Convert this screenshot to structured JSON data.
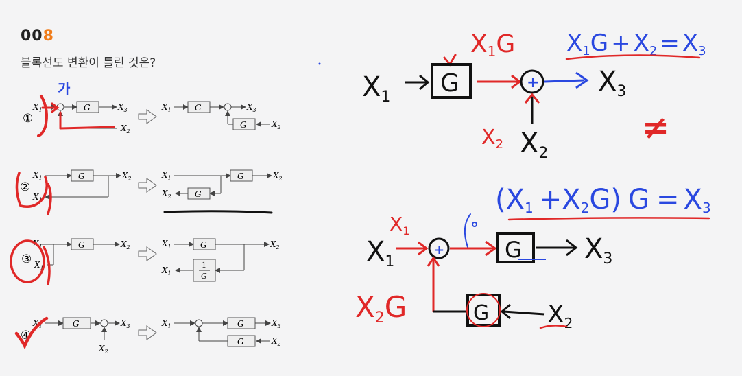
{
  "question": {
    "number_prefix": "00",
    "number_suffix": "8",
    "text": "블록선도 변환이 틀린 것은?"
  },
  "options": [
    {
      "marker": "①",
      "left": {
        "in1": "X",
        "in1_sub": "1",
        "block": "G",
        "out": "X",
        "out_sub": "3",
        "in2": "X",
        "in2_sub": "2"
      },
      "right": {
        "in1": "X",
        "in1_sub": "1",
        "block1": "G",
        "out": "X",
        "out_sub": "3",
        "block2": "G",
        "in2": "X",
        "in2_sub": "2"
      }
    },
    {
      "marker": "②",
      "left": {
        "in": "X",
        "in_sub": "1",
        "block": "G",
        "out": "X",
        "out_sub": "2",
        "branch": "X",
        "branch_sub": "1"
      },
      "right": {
        "in": "X",
        "in_sub": "1",
        "block1": "G",
        "out": "X",
        "out_sub": "2",
        "branch": "X",
        "branch_sub": "2",
        "block2": "G"
      }
    },
    {
      "marker": "③",
      "left": {
        "in": "X",
        "in_sub": "1",
        "block": "G",
        "out": "X",
        "out_sub": "2",
        "branch": "X",
        "branch_sub": "1"
      },
      "right": {
        "in": "X",
        "in_sub": "1",
        "block1": "G",
        "out": "X",
        "out_sub": "2",
        "branch": "X",
        "branch_sub": "1",
        "frac_num": "1",
        "frac_den": "G"
      }
    },
    {
      "marker": "④",
      "left": {
        "in1": "X",
        "in1_sub": "1",
        "block": "G",
        "out": "X",
        "out_sub": "3",
        "in2": "X",
        "in2_sub": "2"
      },
      "right": {
        "in1": "X",
        "in1_sub": "1",
        "block1": "G",
        "out": "X",
        "out_sub": "3",
        "block2": "G",
        "in2": "X",
        "in2_sub": "2"
      }
    }
  ],
  "annotations": {
    "ga": "가",
    "eq1": {
      "a": "X",
      "a_sub": "1",
      "b": "G",
      "op": "+",
      "c": "X",
      "c_sub": "2",
      "eq": "=",
      "d": "X",
      "d_sub": "3"
    },
    "eq2": {
      "open": "(",
      "a": "X",
      "a_sub": "1",
      "op": "+",
      "b": "X",
      "b_sub": "2",
      "g": "G",
      "close": ")",
      "g2": "G",
      "eq": "=",
      "c": "X",
      "c_sub": "3"
    },
    "label_x1g": {
      "x": "X",
      "x_sub": "1",
      "g": "G"
    },
    "label_x2_red": {
      "x": "X",
      "x_sub": "2"
    },
    "label_x1_red": {
      "x": "X",
      "x_sub": "1"
    },
    "label_x2g": {
      "x": "X",
      "x_sub": "2",
      "g": "G"
    },
    "not_equal": "≠",
    "diag1": {
      "in1": "X",
      "in1_sub": "1",
      "block": "G",
      "sum": "+",
      "out": "X",
      "out_sub": "3",
      "in2": "X",
      "in2_sub": "2"
    },
    "diag2": {
      "in1": "X",
      "in1_sub": "1",
      "sum": "+",
      "block1": "G",
      "out": "X",
      "out_sub": "3",
      "block2": "G",
      "in2": "X",
      "in2_sub": "2"
    }
  },
  "colors": {
    "ink": "#111111",
    "red": "#e02828",
    "blue": "#2a48e0",
    "line": "#444444",
    "accent": "#f07c1a"
  }
}
